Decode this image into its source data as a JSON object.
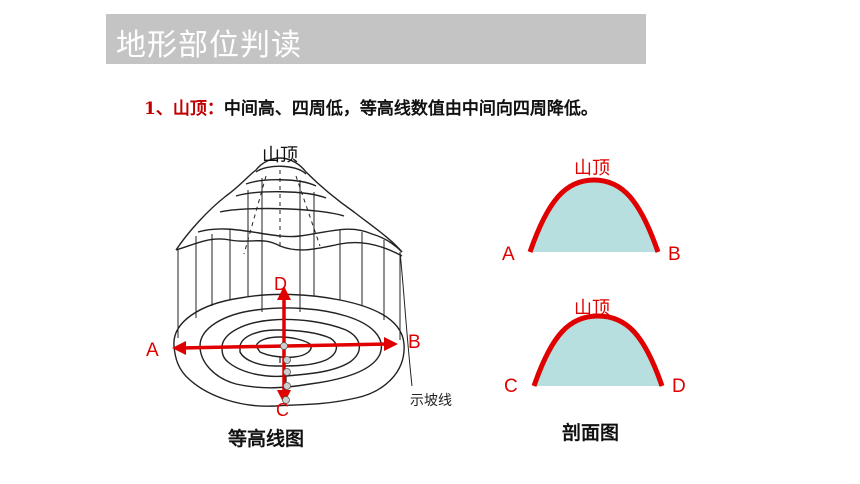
{
  "slide": {
    "title": "地形部位判读",
    "point_label": "1、山顶：",
    "point_text": "中间高、四周低，等高线数值由中间向四周降低。"
  },
  "diagram": {
    "peak_label": "山顶",
    "letter_a": "A",
    "letter_b": "B",
    "letter_c": "C",
    "letter_d": "D",
    "slope_note": "示坡线",
    "caption": "等高线图"
  },
  "profiles": {
    "top": {
      "peak_label": "山顶",
      "left": "A",
      "right": "B"
    },
    "bottom": {
      "peak_label": "山顶",
      "left": "C",
      "right": "D"
    },
    "caption": "剖面图"
  },
  "colors": {
    "accent": "#e00000",
    "profile_fill": "#b7dfe0",
    "title_bg": "#c4c4c4"
  }
}
